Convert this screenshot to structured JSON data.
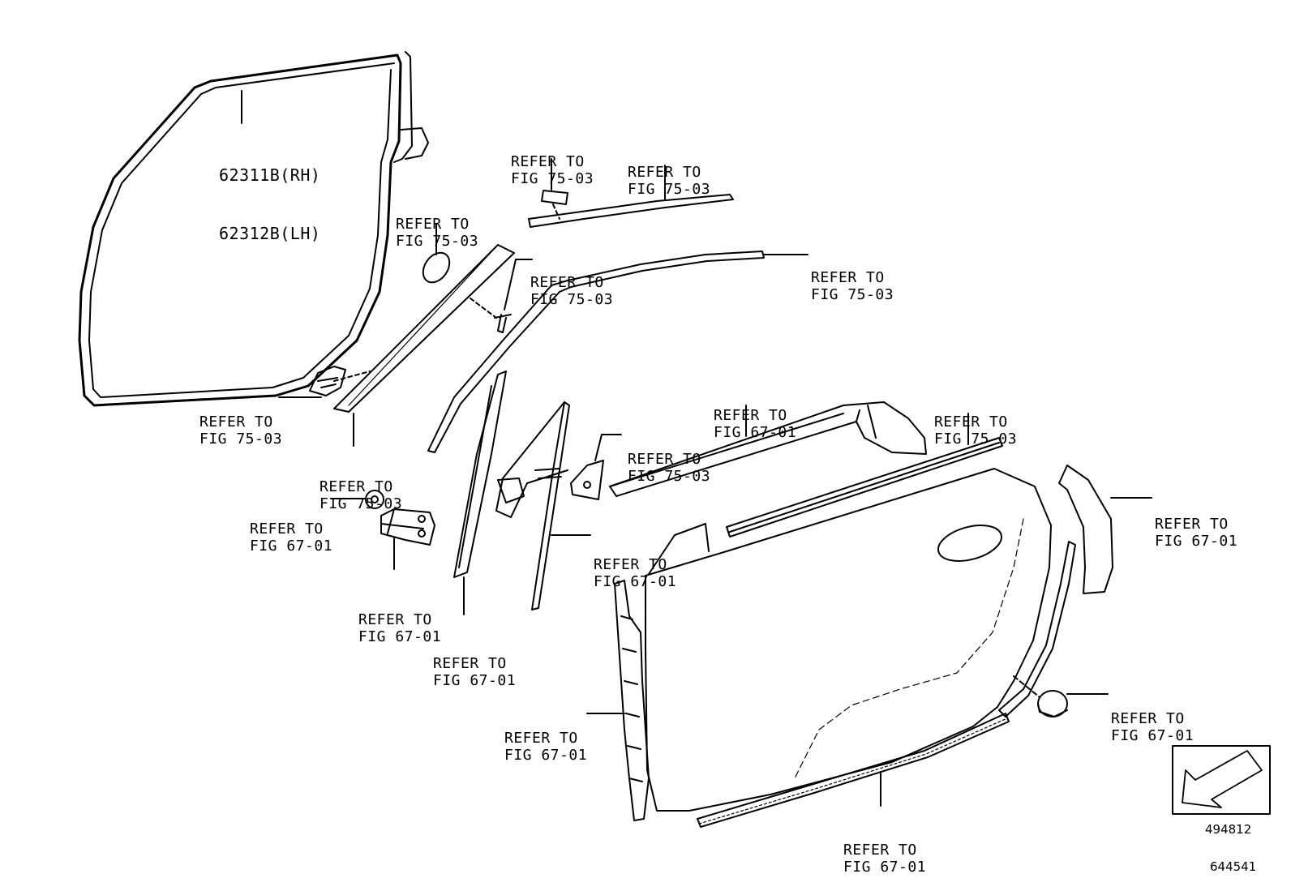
{
  "part_numbers": [
    "62311B(RH)",
    "62312B(LH)"
  ],
  "references": [
    {
      "id": "ref-a-pillar-top",
      "line1": "REFER TO",
      "line2": "FIG 75-03"
    },
    {
      "id": "ref-clip-top",
      "line1": "REFER TO",
      "line2": "FIG 75-03"
    },
    {
      "id": "ref-roof-molding",
      "line1": "REFER TO",
      "line2": "FIG 75-03"
    },
    {
      "id": "ref-garnish-clip",
      "line1": "REFER TO",
      "line2": "FIG 75-03"
    },
    {
      "id": "ref-roof-weatherstrip",
      "line1": "REFER TO",
      "line2": "FIG 75-03"
    },
    {
      "id": "ref-lower-clip",
      "line1": "REFER TO",
      "line2": "FIG 75-03"
    },
    {
      "id": "ref-pillar-garnish",
      "line1": "REFER TO",
      "line2": "FIG 75-03"
    },
    {
      "id": "ref-grommet",
      "line1": "REFER TO",
      "line2": "FIG 67-01"
    },
    {
      "id": "ref-hinge-bracket",
      "line1": "REFER TO",
      "line2": "FIG 67-01"
    },
    {
      "id": "ref-door-belt-outer",
      "line1": "REFER TO",
      "line2": "FIG 67-01"
    },
    {
      "id": "ref-belt-inner",
      "line1": "REFER TO",
      "line2": "FIG 75-03"
    },
    {
      "id": "ref-mirror-bracket",
      "line1": "REFER TO",
      "line2": "FIG 75-03"
    },
    {
      "id": "ref-run-channel",
      "line1": "REFER TO",
      "line2": "FIG 67-01"
    },
    {
      "id": "ref-front-channel",
      "line1": "REFER TO",
      "line2": "FIG 67-01"
    },
    {
      "id": "ref-rear-seal",
      "line1": "REFER TO",
      "line2": "FIG 67-01"
    },
    {
      "id": "ref-plug",
      "line1": "REFER TO",
      "line2": "FIG 67-01"
    },
    {
      "id": "ref-front-seal",
      "line1": "REFER TO",
      "line2": "FIG 67-01"
    },
    {
      "id": "ref-lower-seal",
      "line1": "REFER TO",
      "line2": "FIG 67-01"
    }
  ],
  "figure_code": "494812",
  "page_code": "644541"
}
